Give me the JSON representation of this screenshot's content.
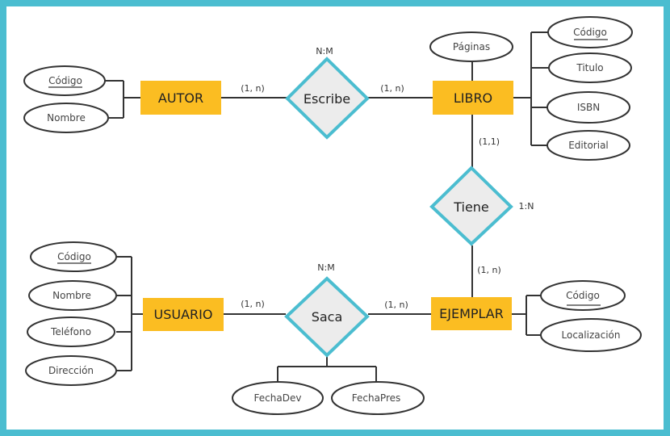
{
  "frame": {
    "border_color": "#4bbdd0",
    "background": "#ffffff"
  },
  "entities": {
    "autor": "AUTOR",
    "libro": "LIBRO",
    "usuario": "USUARIO",
    "ejemplar": "EJEMPLAR"
  },
  "relationships": {
    "escribe": {
      "label": "Escribe",
      "type": "N:M"
    },
    "tiene": {
      "label": "Tiene",
      "type": "1:N"
    },
    "saca": {
      "label": "Saca",
      "type": "N:M"
    }
  },
  "attributes": {
    "autor": [
      "Código",
      "Nombre"
    ],
    "libro": [
      "Páginas",
      "Código",
      "Titulo",
      "ISBN",
      "Editorial"
    ],
    "usuario": [
      "Código",
      "Nombre",
      "Teléfono",
      "Dirección"
    ],
    "ejemplar": [
      "Código",
      "Localización"
    ],
    "saca": [
      "FechaDev",
      "FechaPres"
    ]
  },
  "cardinalities": {
    "autor_escribe": "(1, n)",
    "escribe_libro": "(1, n)",
    "libro_tiene": "(1,1)",
    "tiene_ejemplar": "(1, n)",
    "usuario_saca": "(1, n)",
    "saca_ejemplar": "(1, n)"
  },
  "colors": {
    "entity": "#fbbd22",
    "relationship_fill": "#ececec",
    "relationship_border": "#4bbdd0"
  }
}
